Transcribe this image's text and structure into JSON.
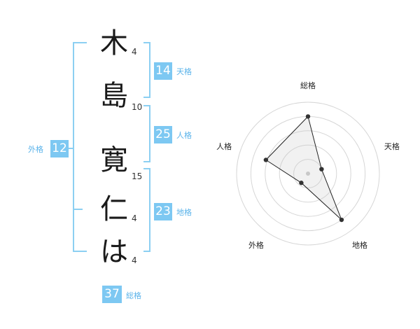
{
  "name_chars": [
    {
      "char": "木",
      "strokes": "4"
    },
    {
      "char": "島",
      "strokes": "10"
    },
    {
      "char": "寛",
      "strokes": "15"
    },
    {
      "char": "仁",
      "strokes": "4"
    },
    {
      "char": "は",
      "strokes": "4"
    }
  ],
  "fortune": {
    "tenkaku": {
      "value": "14",
      "label": "天格"
    },
    "jinkaku": {
      "value": "25",
      "label": "人格"
    },
    "chikaku": {
      "value": "23",
      "label": "地格"
    },
    "gaikaku": {
      "value": "12",
      "label": "外格"
    },
    "soukaku": {
      "value": "37",
      "label": "総格"
    }
  },
  "colors": {
    "accent": "#7dc8f2",
    "label": "#5ab3ea",
    "bracket": "#8ccff2"
  },
  "radar": {
    "axes": [
      "総格",
      "天格",
      "地格",
      "外格",
      "人格"
    ],
    "ring_count": 5,
    "values": [
      4.0,
      1.0,
      4.0,
      0.8,
      3.1
    ],
    "max": 5
  }
}
